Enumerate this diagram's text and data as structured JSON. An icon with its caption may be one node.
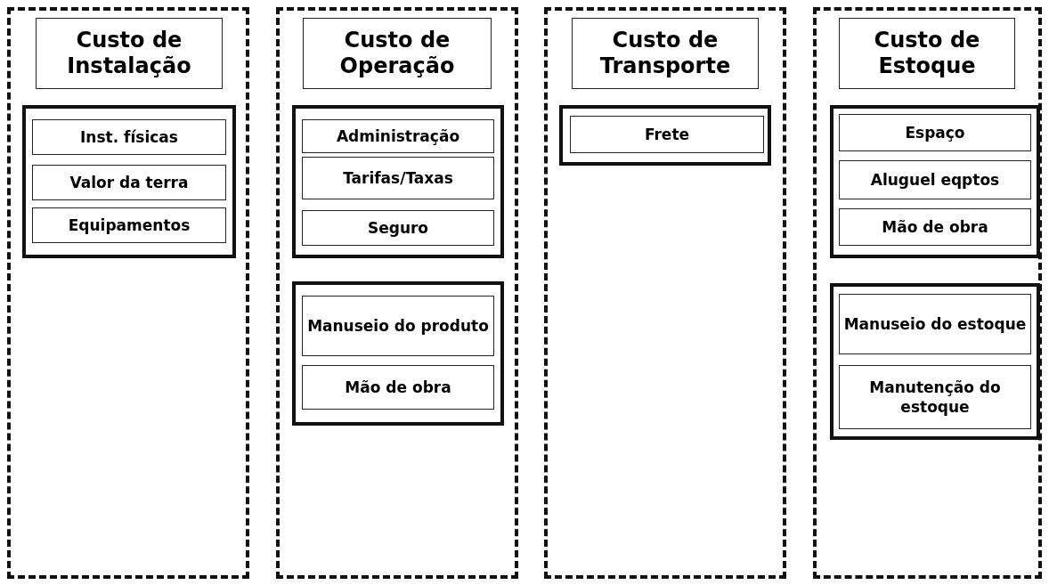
{
  "diagram": {
    "nodes": [
      {
        "text": [],
        "shape": "band"
      },
      {
        "text": [
          "Custo de Instalação"
        ],
        "in": 0
      },
      {
        "text": [],
        "shape": "box",
        "in": 0
      },
      {
        "text": [
          "Inst. físicas"
        ],
        "in": 2
      },
      {
        "text": [
          "Valor da terra"
        ],
        "in": 2
      },
      {
        "text": [
          "Equipamentos"
        ],
        "in": 2
      },
      {
        "text": [],
        "shape": "band"
      },
      {
        "text": [
          "Custo de Operação"
        ],
        "in": 6
      },
      {
        "text": [],
        "shape": "box",
        "in": 6
      },
      {
        "text": [
          "Administração"
        ],
        "in": 8
      },
      {
        "text": [
          "Tarifas/Taxas"
        ],
        "in": 8
      },
      {
        "text": [
          "Seguro"
        ],
        "in": 8
      },
      {
        "text": [],
        "shape": "box",
        "in": 6
      },
      {
        "text": [
          "Manuseio do produto"
        ],
        "in": 12
      },
      {
        "text": [
          "Mão de obra"
        ],
        "in": 12
      },
      {
        "text": [],
        "shape": "band"
      },
      {
        "text": [
          "Custo de Transporte"
        ],
        "in": 15
      },
      {
        "text": [],
        "shape": "box",
        "in": 15
      },
      {
        "text": [
          "Frete"
        ],
        "in": 17
      },
      {
        "text": [],
        "shape": "band"
      },
      {
        "text": [
          "Custo de Estoque"
        ],
        "in": 19
      },
      {
        "text": [],
        "shape": "box",
        "in": 19
      },
      {
        "text": [
          "Espaço"
        ],
        "in": 21
      },
      {
        "text": [
          "Aluguel eqptos"
        ],
        "in": 21
      },
      {
        "text": [
          "Mão de obra"
        ],
        "in": 21
      },
      {
        "text": [],
        "shape": "box",
        "in": 19
      },
      {
        "text": [
          "Manuseio do estoque"
        ],
        "in": 25
      },
      {
        "text": [
          "Manutenção do estoque"
        ],
        "in": 25
      }
    ]
  }
}
